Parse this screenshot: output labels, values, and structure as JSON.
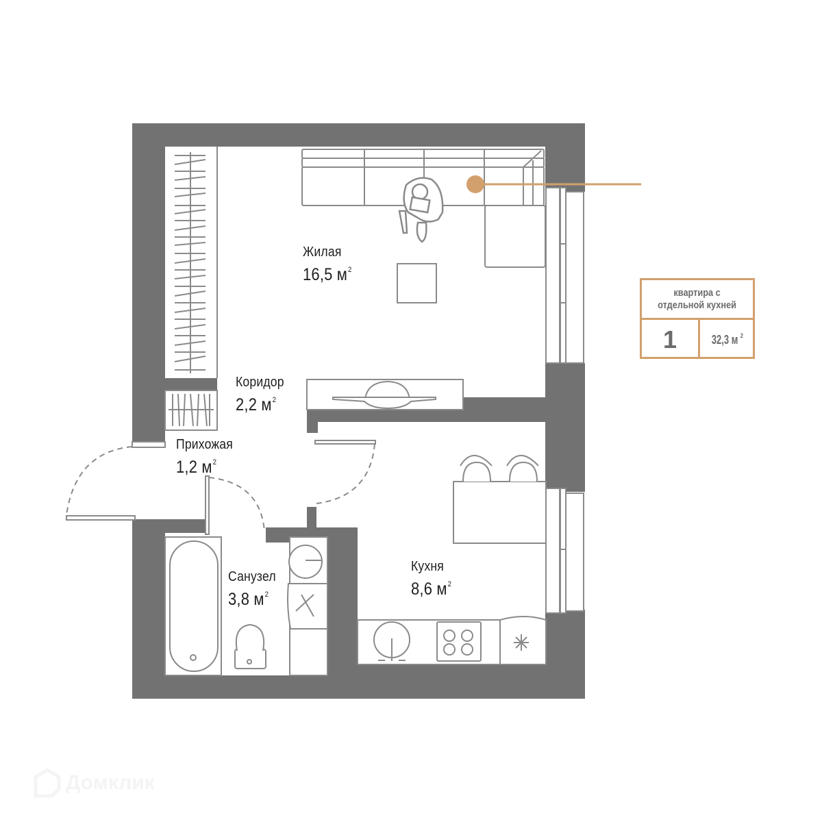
{
  "plan": {
    "wall_color": "#727272",
    "line_color": "#8a8a8a",
    "accent_color": "#d2a06c",
    "rooms": [
      {
        "id": "living",
        "name": "Жилая",
        "area": "16,5 м",
        "unit_sup": "2"
      },
      {
        "id": "corridor",
        "name": "Коридор",
        "area": "2,2 м",
        "unit_sup": "2"
      },
      {
        "id": "hallway",
        "name": "Прихожая",
        "area": "1,2 м",
        "unit_sup": "2"
      },
      {
        "id": "bathroom",
        "name": "Санузел",
        "area": "3,8 м",
        "unit_sup": "2"
      },
      {
        "id": "kitchen",
        "name": "Кухня",
        "area": "8,6 м",
        "unit_sup": "2"
      }
    ]
  },
  "badge": {
    "type_line1": "квартира с",
    "type_line2": "отдельной кухней",
    "rooms_count": "1",
    "total_area": "32,3 м",
    "total_area_sup": "2"
  },
  "watermark": {
    "icon": "house-logo-icon",
    "text": "Домклик"
  }
}
